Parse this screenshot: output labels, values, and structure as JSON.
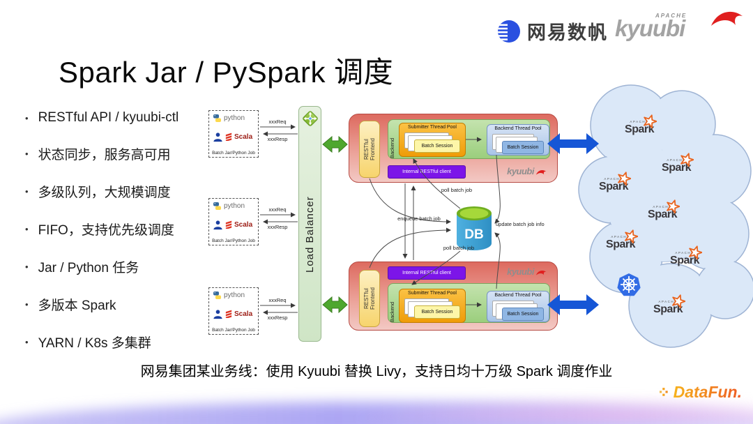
{
  "header": {
    "netease": "网易数帆",
    "apache": "APACHE",
    "kyuubi": "kyuubi"
  },
  "title": "Spark Jar / PySpark 调度",
  "bullets": [
    "RESTful API / kyuubi-ctl",
    "状态同步，服务高可用",
    "多级队列，大规模调度",
    "FIFO，支持优先级调度",
    "Jar / Python 任务",
    "多版本 Spark",
    "YARN / K8s 多集群"
  ],
  "diagram": {
    "client": {
      "python": "python",
      "scala": "Scala",
      "caption": "Batch Jar/Python Job"
    },
    "req": "xxxReq",
    "resp": "xxxResp",
    "load_balancer": "Load Balancer",
    "server": {
      "frontend": "RESTful\nFrontend",
      "backend": "Backend",
      "submitter_pool": "Submitter Thread Pool",
      "backend_pool": "Backend Thread Pool",
      "batch_session": "Batch Session",
      "internal_client": "Internal RESTful client",
      "kyuubi": "kyuubi"
    },
    "db": "DB",
    "labels": {
      "poll_top": "poll batch job",
      "enqueue": "enqueue batch job",
      "update": "update batch job info",
      "poll_bottom": "poll batch job"
    },
    "cloud": {
      "apache": "APACHE",
      "spark": "Spark"
    }
  },
  "caption": "网易集团某业务线：使用 Kyuubi 替换 Livy，支持日均十万级 Spark 调度作业",
  "footer": {
    "datafun": "DataFun."
  },
  "colors": {
    "green_arrow": "#4ea72e",
    "blue_arrow": "#1656d6",
    "server_red": "#dd6a5f",
    "purple": "#7c15e8",
    "cloud_blue": "#dbe8f8",
    "spark_orange": "#e8641f",
    "db_blue": "#3aa0d8",
    "db_green": "#9fd437",
    "kyuubi_red": "#e01f1f"
  }
}
